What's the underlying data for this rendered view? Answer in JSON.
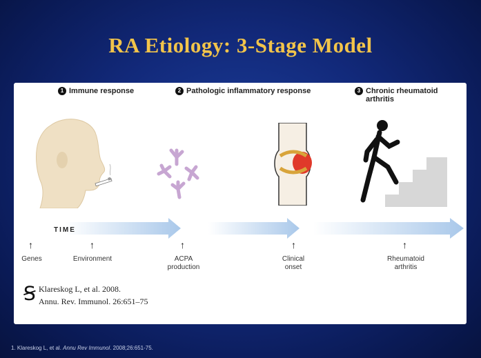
{
  "title": "RA Etiology: 3-Stage Model",
  "stages": [
    {
      "number": "1",
      "label": "Immune response"
    },
    {
      "number": "2",
      "label": "Pathologic inflammatory response"
    },
    {
      "number": "3",
      "label": "Chronic rheumatoid arthritis"
    }
  ],
  "time_label": "TIME",
  "events": [
    {
      "label": "Genes"
    },
    {
      "label": "Environment"
    },
    {
      "label": "ACPA production"
    },
    {
      "label": "Clinical onset"
    },
    {
      "label": "Rheumatoid arthritis"
    }
  ],
  "citation": {
    "line1": "Klareskog L, et al. 2008.",
    "line2": "Annu. Rev. Immunol. 26:651–75"
  },
  "footnote": {
    "prefix": "1. Klareskog L, et al. ",
    "journal": "Annu Rev Immunol",
    "suffix": ". 2008;26:651-75."
  },
  "colors": {
    "title": "#f2c44a",
    "background": "#12297a",
    "arrow": "#b9d4ee",
    "antibody": "#c7a6d2",
    "inflammation": "#e0392a"
  }
}
